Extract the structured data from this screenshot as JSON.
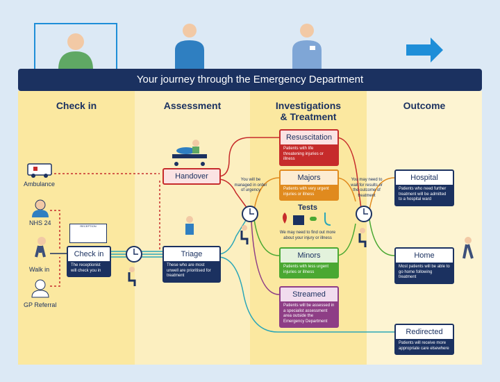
{
  "banner": "Your journey through the Emergency Department",
  "columns": [
    "Check in",
    "Assessment",
    "Investigations\n& Treatment",
    "Outcome"
  ],
  "arrivals": [
    "Ambulance",
    "NHS 24",
    "Walk in",
    "GP Referral"
  ],
  "reception_sign": "RECEPTION",
  "checkin": {
    "title": "Check in",
    "desc": "The receptionist will check you in"
  },
  "handover": {
    "title": "Handover"
  },
  "triage": {
    "title": "Triage",
    "desc": "These who are most unwell are prioritised for treatment"
  },
  "managed_note": "You will be managed in order of urgency",
  "resus": {
    "title": "Resuscitation",
    "desc": "Patients with life threatening injuries or illness"
  },
  "majors": {
    "title": "Majors",
    "desc": "Patients with very urgent injuries or illness"
  },
  "tests": {
    "title": "Tests",
    "desc": "We may need to find out more about your injury or illness"
  },
  "minors": {
    "title": "Minors",
    "desc": "Patients with less urgent injuries or illness"
  },
  "streamed": {
    "title": "Streamed",
    "desc": "Patients will be assessed in a specialist assessment area outside the Emergency Department"
  },
  "wait_note": "You may need to wait for results or the outcome of treatment",
  "hospital": {
    "title": "Hospital",
    "desc": "Patients who need further treatment will be admitted to a hospital ward"
  },
  "home": {
    "title": "Home",
    "desc": "Most patients will be able to go home following treatment"
  },
  "redirected": {
    "title": "Redirected",
    "desc": "Patients will receive more appropriate care elsewhere"
  },
  "colors": {
    "navy": "#1b3160",
    "red": "#c62b2b",
    "orange": "#e08a1e",
    "green": "#4aa832",
    "purple": "#8e3e86",
    "teal": "#2aa6b8",
    "blue": "#1e8ed8"
  }
}
